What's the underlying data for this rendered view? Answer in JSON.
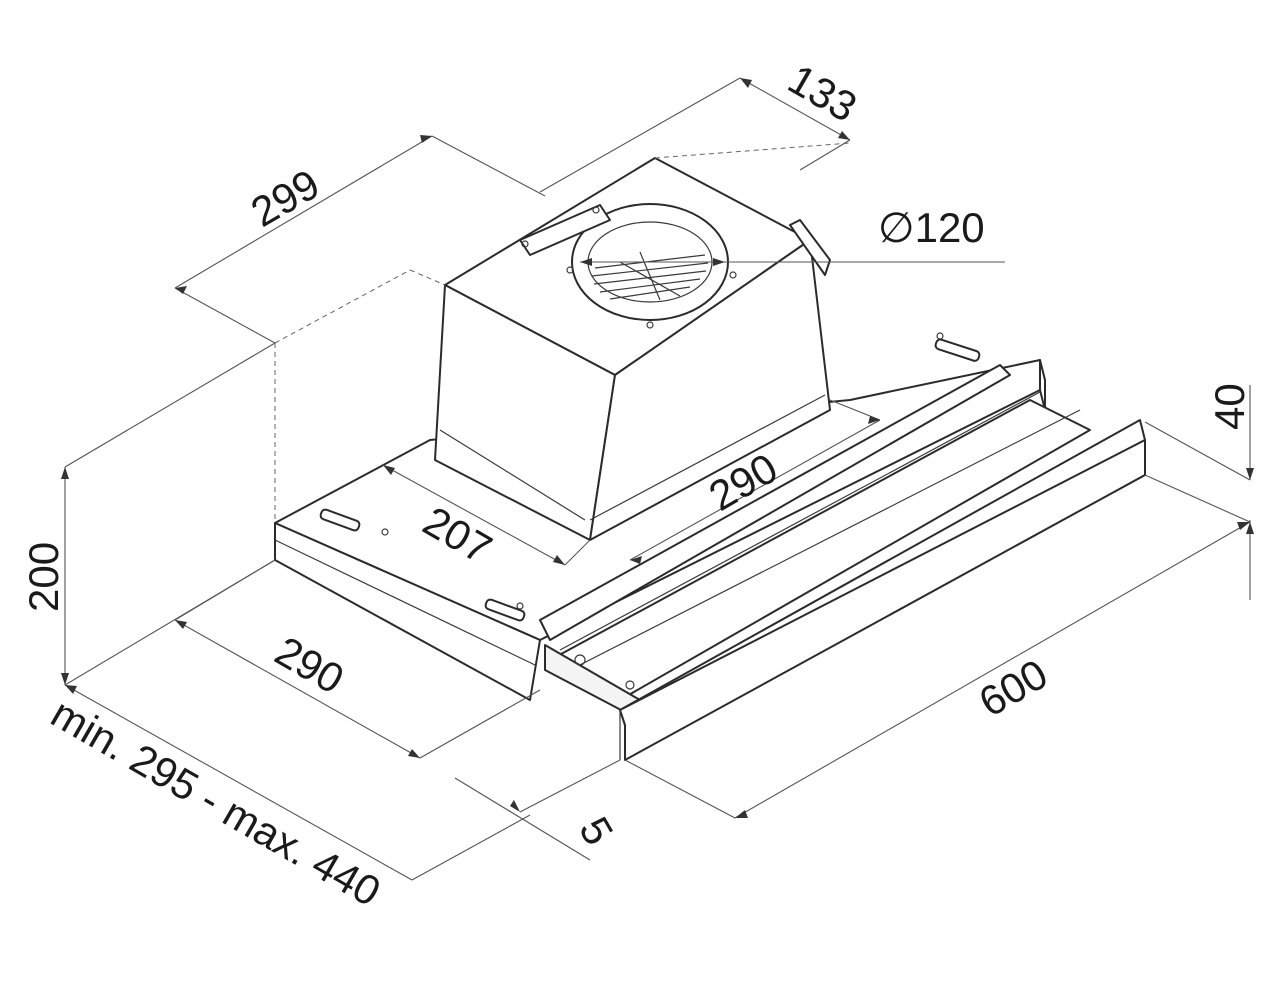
{
  "dimensions": {
    "duct_depth": "133",
    "motor_depth": "299",
    "outlet_diameter": "∅120",
    "front_panel_height": "40",
    "total_height": "200",
    "motor_width": "290",
    "body_offset": "207",
    "body_width": "290",
    "hood_width": "600",
    "slide_gap": "5",
    "extension_range": "min. 295 - max. 440"
  },
  "colors": {
    "line": "#2b2b2b",
    "dimension": "#555555",
    "text": "#1a1a1a"
  }
}
